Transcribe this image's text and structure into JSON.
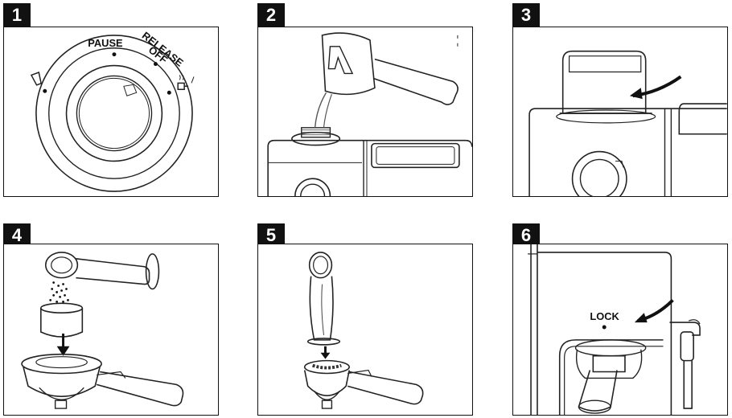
{
  "steps": [
    {
      "number": "1"
    },
    {
      "number": "2"
    },
    {
      "number": "3"
    },
    {
      "number": "4"
    },
    {
      "number": "5"
    },
    {
      "number": "6"
    }
  ],
  "labels": {
    "pause": "PAUSE",
    "release": "RELEASE",
    "off": "OFF",
    "lock": "LOCK"
  }
}
